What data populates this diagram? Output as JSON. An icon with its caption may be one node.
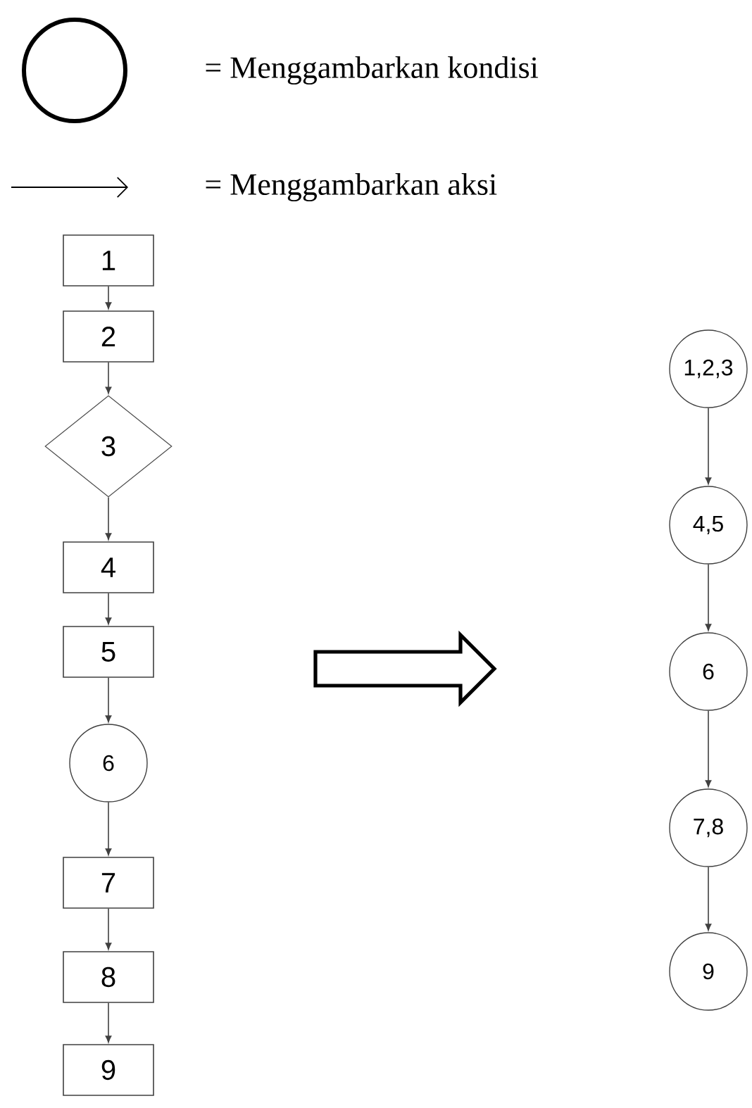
{
  "diagram": {
    "nodes": [
      {
        "text": [
          "1"
        ]
      },
      {
        "text": [
          "2"
        ]
      },
      {
        "text": [
          "3"
        ]
      },
      {
        "text": [
          "4"
        ]
      },
      {
        "text": [
          "5"
        ]
      },
      {
        "text": [
          "6"
        ]
      },
      {
        "text": [
          "7"
        ]
      },
      {
        "text": [
          "8"
        ]
      },
      {
        "text": [
          "9"
        ]
      },
      {
        "text": [
          "1,2,3"
        ]
      },
      {
        "text": [
          "4,5"
        ]
      },
      {
        "text": [
          "6"
        ]
      },
      {
        "text": [
          "7,8"
        ]
      },
      {
        "text": [
          "9"
        ]
      }
    ],
    "edges": [
      {
        "from": 0,
        "to": 1,
        "arrow": "to"
      },
      {
        "from": 1,
        "to": 2,
        "arrow": "to"
      },
      {
        "from": 2,
        "to": 3,
        "arrow": "to"
      },
      {
        "from": 3,
        "to": 4,
        "arrow": "to"
      },
      {
        "from": 4,
        "to": 5,
        "arrow": "to"
      },
      {
        "from": 5,
        "to": 6,
        "arrow": "to"
      },
      {
        "from": 6,
        "to": 7,
        "arrow": "to"
      },
      {
        "from": 7,
        "to": 8,
        "arrow": "to"
      },
      {
        "from": 9,
        "to": 10,
        "arrow": "to"
      },
      {
        "from": 10,
        "to": 11,
        "arrow": "to"
      },
      {
        "from": 11,
        "to": 12,
        "arrow": "to"
      },
      {
        "from": 12,
        "to": 13,
        "arrow": "to"
      }
    ],
    "legend": [
      {
        "text": "= Menggambarkan kondisi"
      },
      {
        "text": "= Menggambarkan aksi"
      }
    ]
  }
}
